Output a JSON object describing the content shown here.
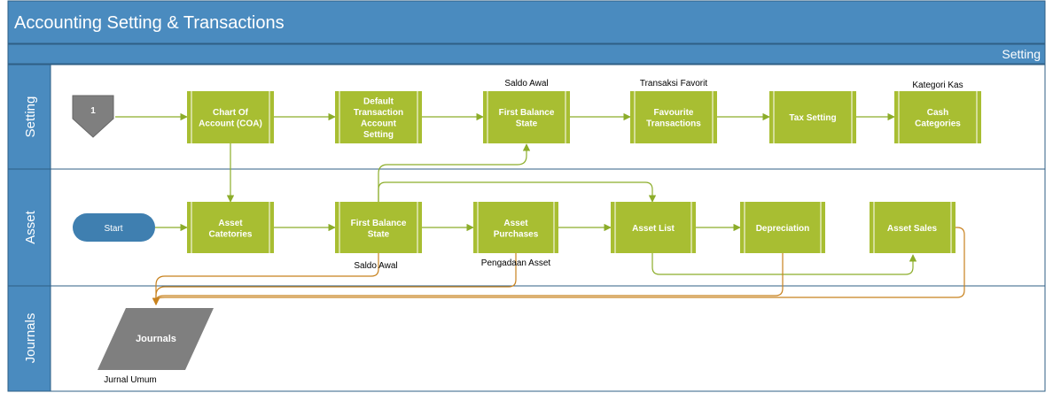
{
  "title": "Accounting Setting & Transactions",
  "phase": "Setting",
  "lanes": [
    "Setting",
    "Asset",
    "Journals"
  ],
  "colors": {
    "header": "#4a8bbf",
    "process": "#a8be32",
    "start": "#3f7fb0",
    "journal": "#7f7f7f",
    "connector_green": "#8cad2a",
    "connector_orange": "#c8821e",
    "border": "#2f5f85"
  },
  "offpage": {
    "label": "1"
  },
  "setting": {
    "coa": "Chart Of Account (COA)",
    "default_tx": "Default Transaction Account Setting",
    "first_balance": "First Balance State",
    "first_balance_note": "Saldo Awal",
    "favourite": "Favourite Transactions",
    "favourite_note": "Transaksi Favorit",
    "tax": "Tax Setting",
    "cash": "Cash Categories",
    "cash_note": "Kategori Kas"
  },
  "asset": {
    "start": "Start",
    "categories": "Asset Catetories",
    "first_balance": "First Balance State",
    "first_balance_note": "Saldo Awal",
    "purchases": "Asset Purchases",
    "purchases_note": "Pengadaan Asset",
    "list": "Asset List",
    "depreciation": "Depreciation",
    "sales": "Asset Sales"
  },
  "journals": {
    "journal": "Journals",
    "journal_note": "Jurnal Umum"
  }
}
